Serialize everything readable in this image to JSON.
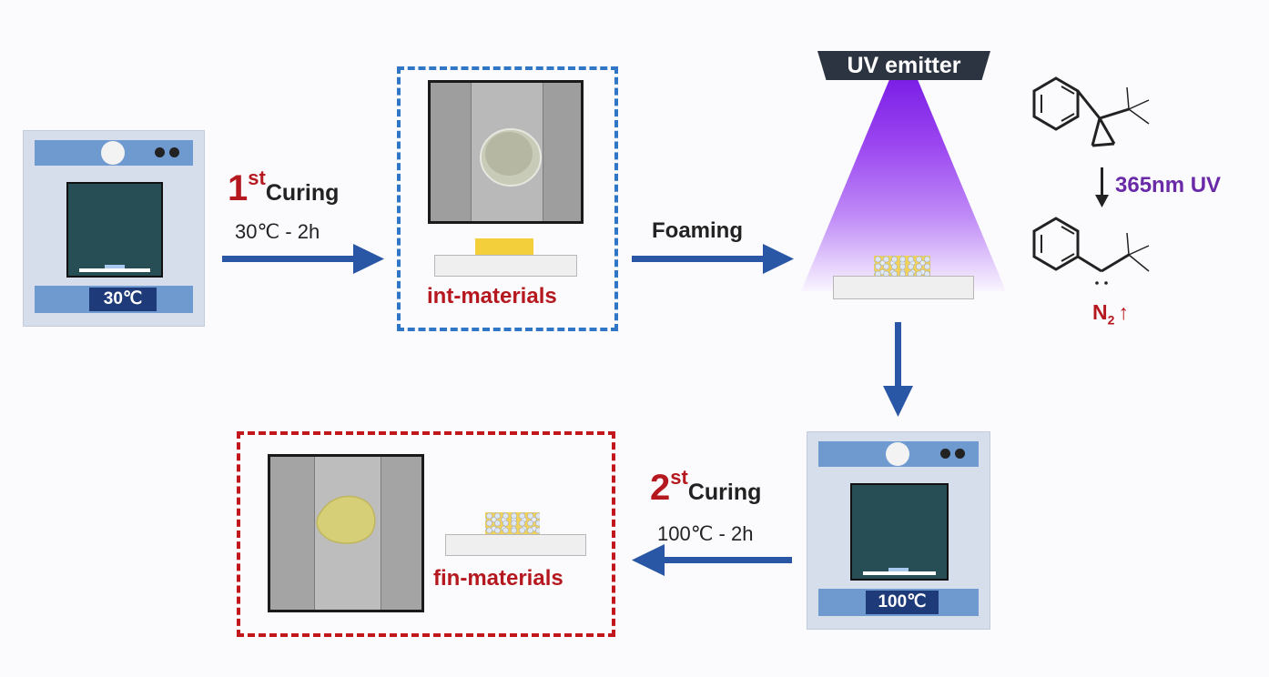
{
  "oven1": {
    "temp": "30℃"
  },
  "step1": {
    "num": "1",
    "sup": "st",
    "label": "Curing",
    "condition": "30℃ - 2h"
  },
  "int_materials": {
    "label": "int-materials"
  },
  "foaming": {
    "label": "Foaming"
  },
  "uv": {
    "emitter_label": "UV emitter"
  },
  "chem": {
    "uv_label": "365nm UV",
    "n2_main": "N",
    "n2_sub": "2",
    "n2_arrow": "↑"
  },
  "oven2": {
    "temp": "100℃"
  },
  "step2": {
    "num": "2",
    "sup": "st",
    "label": "Curing",
    "condition": "100℃ - 2h"
  },
  "fin_materials": {
    "label": "fin-materials"
  },
  "colors": {
    "arrow": "#2a56a6",
    "accent_red": "#b5181e",
    "uv_purple": "#6a2aa8",
    "oven_blue": "#6f9ad0",
    "box_blue": "#2f76c6",
    "box_red": "#c2161d"
  }
}
